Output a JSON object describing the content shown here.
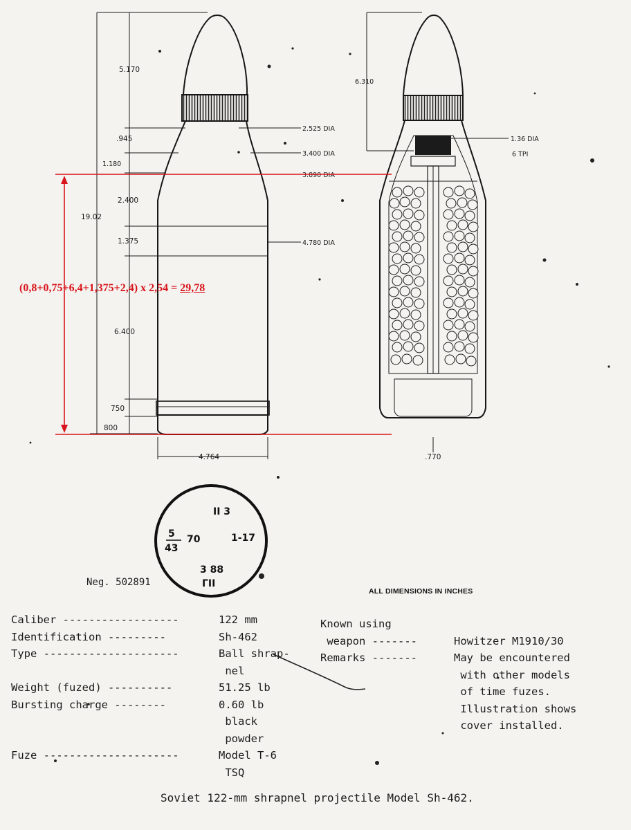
{
  "drawing": {
    "dims_left": [
      "5.170",
      ".945",
      "1.180",
      "2.400",
      "1.375",
      "6.400",
      "750",
      "800"
    ],
    "dim_overall": "19.02",
    "dim_base_width": "4.764",
    "dia_callouts": [
      "2.525 DIA",
      "3.400 DIA",
      "3.890 DIA",
      "4.780 DIA"
    ],
    "right_dim_nose": "6.310",
    "fuze_thread": [
      "1.36 DIA",
      "6 TPI"
    ],
    "right_dim_base": ".770"
  },
  "annotation": {
    "formula": "(0,8+0,75+6,4+1,375+2,4) x 2,54 = ",
    "result": "29,78"
  },
  "stamp": {
    "top": "II 3",
    "fraction_num": "5",
    "fraction_den": "43",
    "middle": "70",
    "right": "1-17",
    "bottom": "3 88",
    "bottom2": "ГII"
  },
  "negative": "Neg. 502891",
  "dimensions_note": "ALL DIMENSIONS IN INCHES",
  "specs_left": [
    {
      "label": "Caliber ------------------",
      "lines": [
        "122 mm"
      ]
    },
    {
      "label": "Identification ---------",
      "lines": [
        "Sh-462"
      ]
    },
    {
      "label": "Type ---------------------",
      "lines": [
        "Ball shrap-",
        " nel"
      ]
    },
    {
      "label": "Weight (fuzed) ----------",
      "lines": [
        "51.25 lb"
      ]
    },
    {
      "label": "Bursting charge --------",
      "lines": [
        "0.60 lb",
        " black",
        " powder"
      ]
    },
    {
      "label": "Fuze ---------------------",
      "lines": [
        "Model T-6",
        " TSQ"
      ]
    }
  ],
  "specs_right": [
    {
      "label": "Known using",
      "lines": []
    },
    {
      "label": " weapon -------",
      "lines": [
        "Howitzer M1910/30"
      ]
    },
    {
      "label": "Remarks -------",
      "lines": [
        "May be encountered",
        " with other models",
        " of time fuzes.",
        " Illustration shows",
        " cover installed."
      ]
    }
  ],
  "caption": "Soviet 122-mm shrapnel projectile Model Sh-462."
}
